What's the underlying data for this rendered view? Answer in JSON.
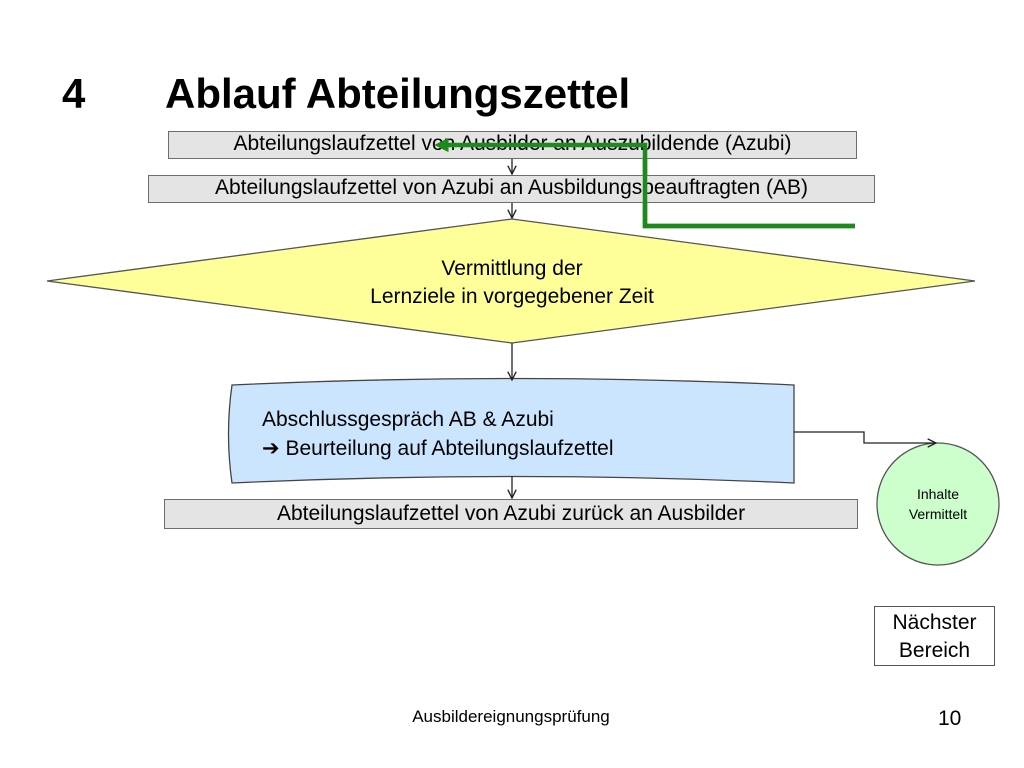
{
  "slide": {
    "number": "4",
    "title": "Ablauf Abteilungszettel"
  },
  "flow": {
    "step1": "Abteilungslaufzettel von Ausbilder an Auszubildende (Azubi)",
    "step2": "Abteilungslaufzettel von Azubi an Ausbildungsbeauftragten (AB)",
    "decision": {
      "line1": "Vermittlung der",
      "line2": "Lernziele in vorgegebener Zeit"
    },
    "process": {
      "line1": "Abschlussgespräch AB & Azubi",
      "line2": "Beurteilung auf Abteilungslaufzettel"
    },
    "step3": "Abteilungslaufzettel von Azubi zurück an Ausbilder",
    "connector": {
      "line1": "Inhalte",
      "line2": "Vermittelt"
    },
    "next_area": {
      "line1": "Nächster",
      "line2": "Bereich"
    }
  },
  "colors": {
    "diamond_fill": "#ffff99",
    "process_fill": "#cce5ff",
    "circle_fill": "#ccffcc",
    "box_fill": "#e4e4e4",
    "loop_arrow": "#1e8a1e"
  },
  "footer": {
    "label": "Ausbildereignungsprüfung",
    "page": "10"
  }
}
